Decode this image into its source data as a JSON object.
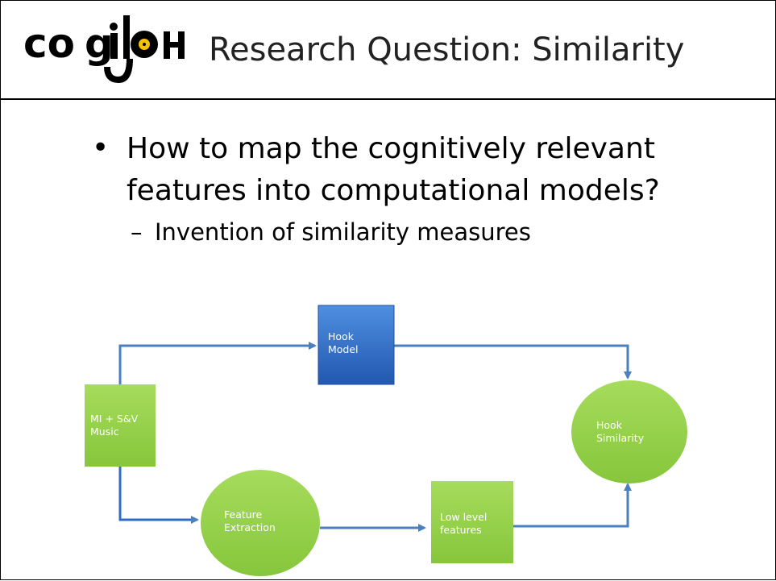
{
  "slide": {
    "logo_text": "cogitch",
    "title": "Research Question: Similarity",
    "bullet": {
      "text": "How to map the cognitively relevant features into computational models?",
      "sub": "Invention of similarity measures"
    }
  },
  "diagram": {
    "nodes": {
      "hook_model": "Hook\nModel",
      "source": "MI + S&V\nMusic",
      "feature_extraction": "Feature\nExtraction",
      "low_level": "Low level\nfeatures",
      "hook_similarity": "Hook\nSimilarity"
    }
  },
  "colors": {
    "green": "#92d050",
    "blue": "#2e6cc6",
    "arrow": "#4a7fc0"
  }
}
